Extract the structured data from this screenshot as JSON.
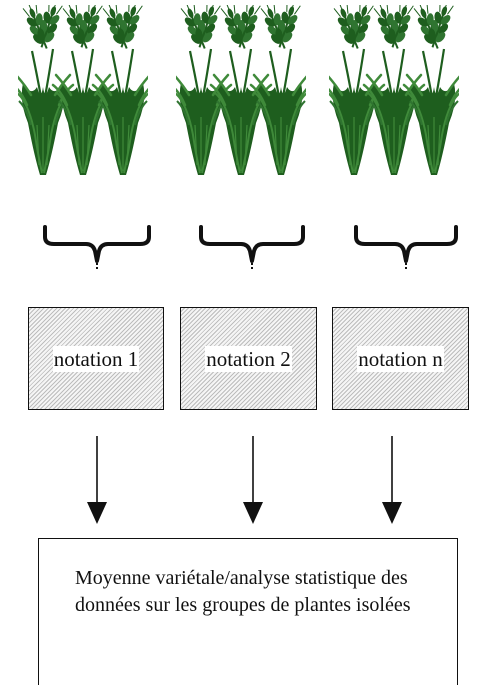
{
  "diagram": {
    "groups": [
      {
        "notation_label": "notation 1"
      },
      {
        "notation_label": "notation 2"
      },
      {
        "notation_label": "notation n"
      }
    ],
    "summary_text": "Moyenne variétale/analyse statistique des données sur les groupes de plantes isolées"
  },
  "colors": {
    "foliage_dark": "#1e5e1e",
    "foliage_light": "#3f8a3a",
    "outline": "#111111",
    "hatch": "#bdbdbd"
  },
  "icons": {
    "plant_group": "wheat-plant-icon",
    "brace": "curly-brace-icon",
    "arrow": "down-arrow-icon"
  }
}
